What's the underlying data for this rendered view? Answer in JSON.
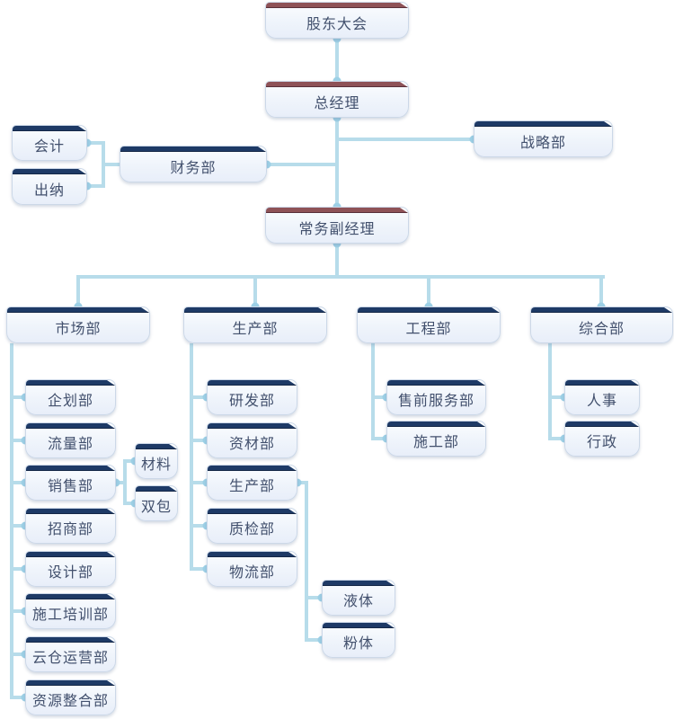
{
  "palette": {
    "accent_navy": "#1e3a66",
    "accent_maroon": "#8e5257",
    "line_color": "#b7dcea",
    "dot_color": "#9dd0e6",
    "box_border": "#ccd8e8",
    "box_fill": "#eff4fb",
    "text_color": "#42506d"
  },
  "nodes": {
    "shareholders": "股东大会",
    "general_manager": "总经理",
    "accounting": "会计",
    "cashier": "出纳",
    "finance": "财务部",
    "strategy": "战略部",
    "deputy_manager": "常务副经理",
    "marketing": "市场部",
    "production": "生产部",
    "engineering": "工程部",
    "general_affairs": "综合部",
    "planning": "企划部",
    "traffic": "流量部",
    "sales": "销售部",
    "merchant": "招商部",
    "design": "设计部",
    "construction_training": "施工培训部",
    "cloud_warehouse_ops": "云仓运营部",
    "resource_integration": "资源整合部",
    "material": "材料",
    "double_contract": "双包",
    "rnd": "研发部",
    "materials_supply": "资材部",
    "production_sub": "生产部",
    "quality_inspection": "质检部",
    "logistics": "物流部",
    "liquid": "液体",
    "powder": "粉体",
    "presales_service": "售前服务部",
    "construction": "施工部",
    "hr": "人事",
    "administration": "行政"
  }
}
